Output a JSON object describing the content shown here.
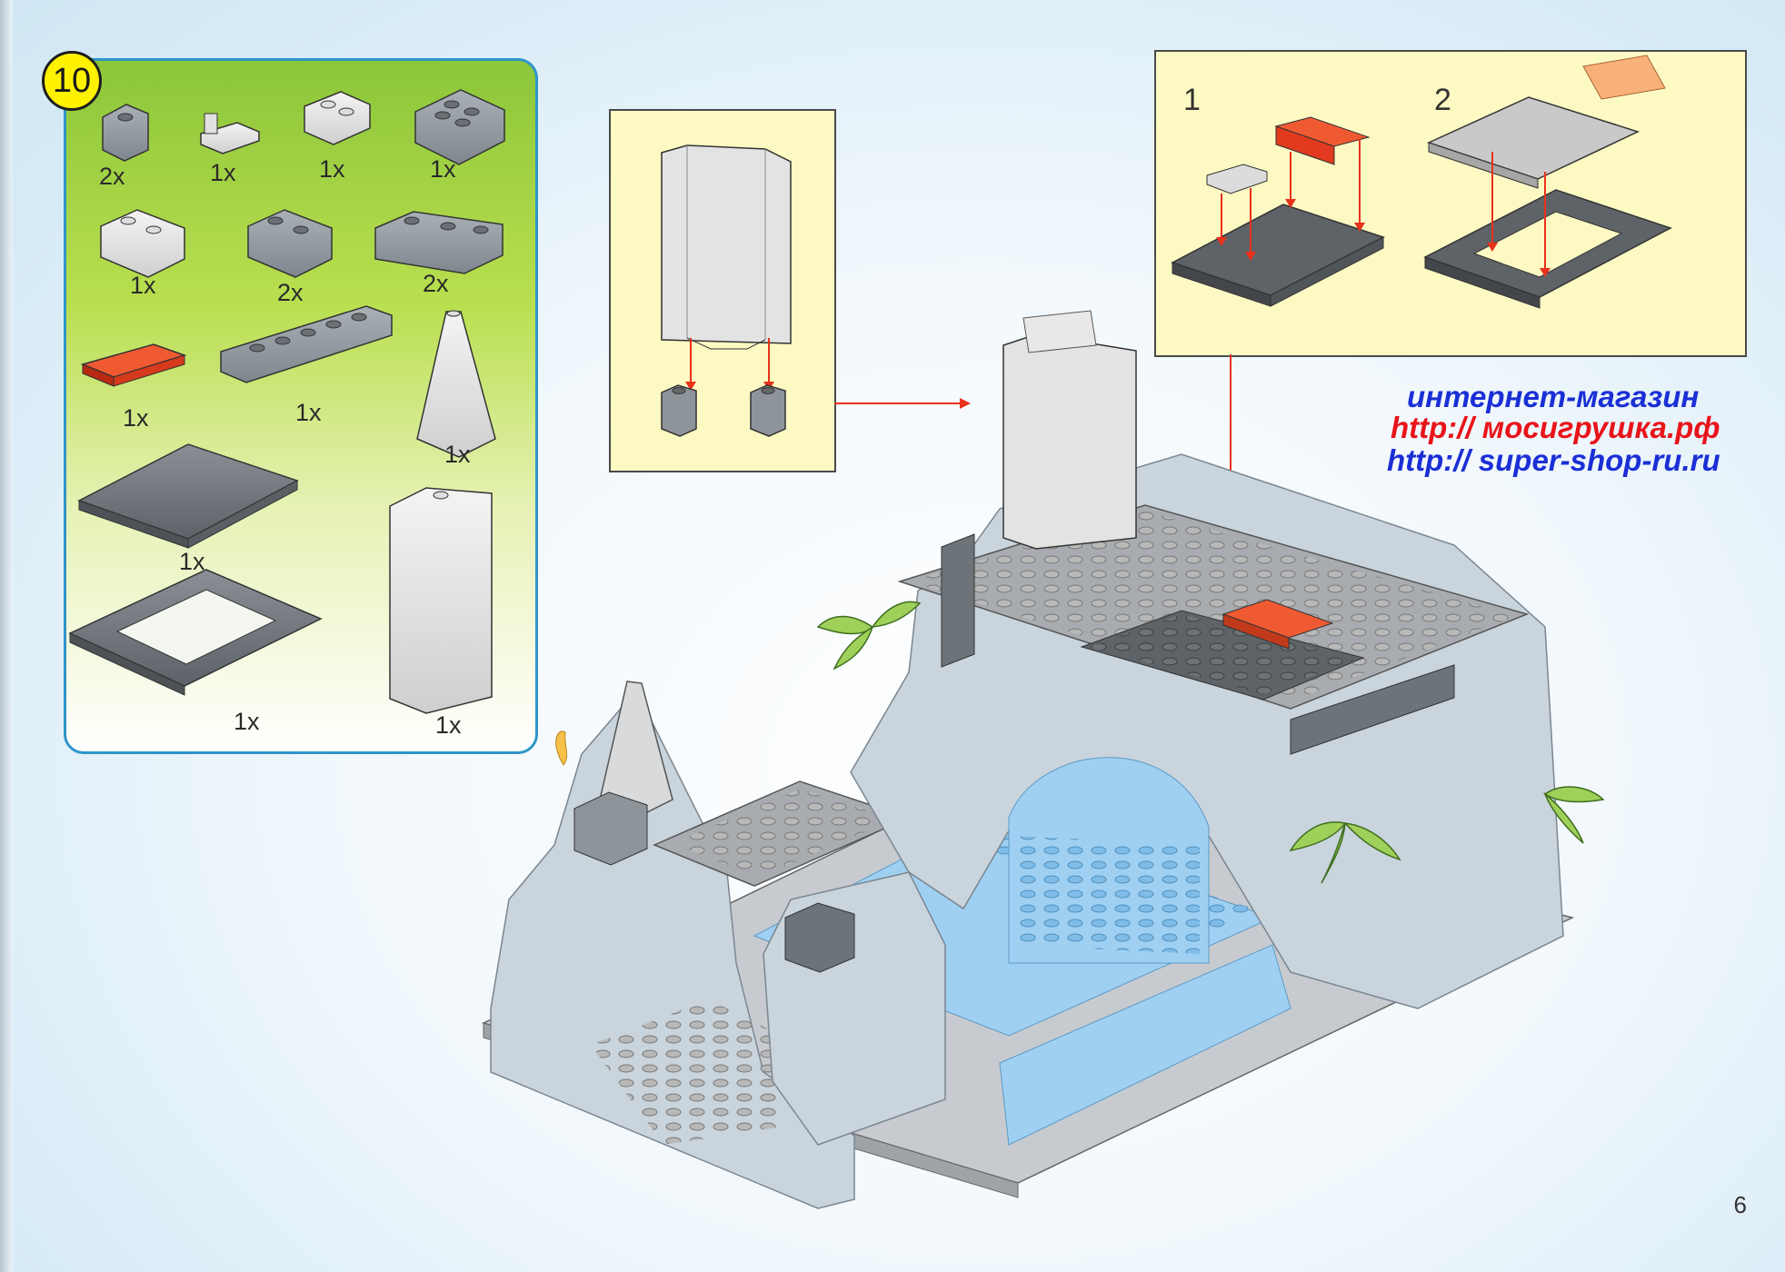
{
  "step": {
    "number": "10"
  },
  "parts": [
    {
      "qty": "2x"
    },
    {
      "qty": "1x"
    },
    {
      "qty": "1x"
    },
    {
      "qty": "1x"
    },
    {
      "qty": "1x"
    },
    {
      "qty": "2x"
    },
    {
      "qty": "2x"
    },
    {
      "qty": "1x"
    },
    {
      "qty": "1x"
    },
    {
      "qty": "1x"
    },
    {
      "qty": "1x"
    },
    {
      "qty": "1x"
    },
    {
      "qty": "1x"
    }
  ],
  "substeps": [
    "1",
    "2"
  ],
  "promo": {
    "line1": "интернет-магазин",
    "line2": "http:// мосигрушка.рф",
    "line3": "http:// super-shop-ru.ru",
    "color_line1": "#1a2fd6",
    "color_line2": "#e8141a",
    "color_line3": "#1a2fd6"
  },
  "page": {
    "number": "6"
  },
  "colors": {
    "panel_border": "#2f95c9",
    "callout_fill": "#fdf9c3",
    "arrow": "#e8321c",
    "brick_red": "#e23a1e",
    "brick_dark": "#6e6e6e",
    "brick_light": "#d6d6d6",
    "water": "#9fd0f2"
  }
}
